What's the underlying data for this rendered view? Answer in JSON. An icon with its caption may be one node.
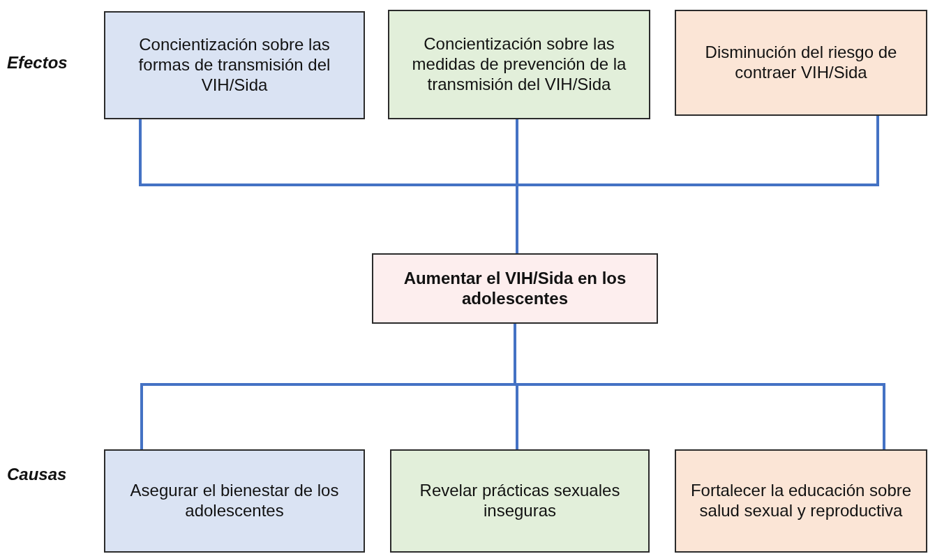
{
  "diagram": {
    "nodes": [
      {
        "text": [
          "Concientización sobre las formas de transmisión del VIH/Sida"
        ]
      },
      {
        "text": [
          "Concientización sobre las medidas de prevención de la transmisión del VIH/Sida"
        ]
      },
      {
        "text": [
          "Disminución del riesgo de contraer VIH/Sida"
        ]
      },
      {
        "text": [
          "Aumentar el VIH/Sida en los adolescentes"
        ]
      },
      {
        "text": [
          "Asegurar el bienestar de los adolescentes"
        ]
      },
      {
        "text": [
          "Revelar prácticas sexuales inseguras"
        ]
      },
      {
        "text": [
          "Fortalecer la educación sobre salud sexual y reproductiva"
        ]
      }
    ],
    "edges": [
      {
        "from": 3,
        "to": 0,
        "arrow": "none"
      },
      {
        "from": 3,
        "to": 1,
        "arrow": "none"
      },
      {
        "from": 3,
        "to": 2,
        "arrow": "none"
      },
      {
        "from": 4,
        "to": 3,
        "arrow": "none"
      },
      {
        "from": 5,
        "to": 3,
        "arrow": "none"
      },
      {
        "from": 6,
        "to": 3,
        "arrow": "none"
      }
    ],
    "labels": [
      "Efectos",
      "Causas"
    ]
  }
}
